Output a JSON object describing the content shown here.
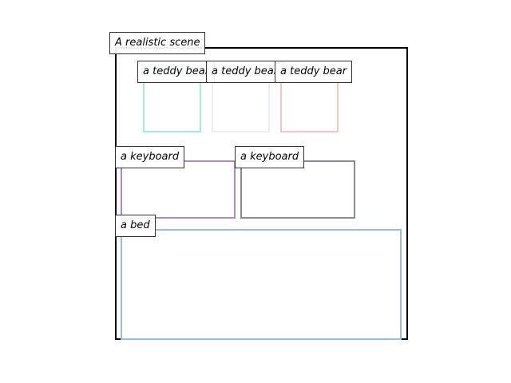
{
  "scene": {
    "label": "A realistic scene",
    "border_color": "#000000"
  },
  "objects": [
    {
      "id": "teddy-1",
      "label": "a teddy bear",
      "color": "#a8ecd6"
    },
    {
      "id": "teddy-2",
      "label": "a teddy bear",
      "color": "#eeeeee"
    },
    {
      "id": "teddy-3",
      "label": "a teddy bear",
      "color": "#f2c6c6"
    },
    {
      "id": "keyboard-1",
      "label": "a keyboard",
      "color": "#ae8bbe"
    },
    {
      "id": "keyboard-2",
      "label": "a keyboard",
      "color": "#8c8a9a"
    },
    {
      "id": "bed-1",
      "label": "a bed",
      "color": "#9dbcdc"
    }
  ]
}
